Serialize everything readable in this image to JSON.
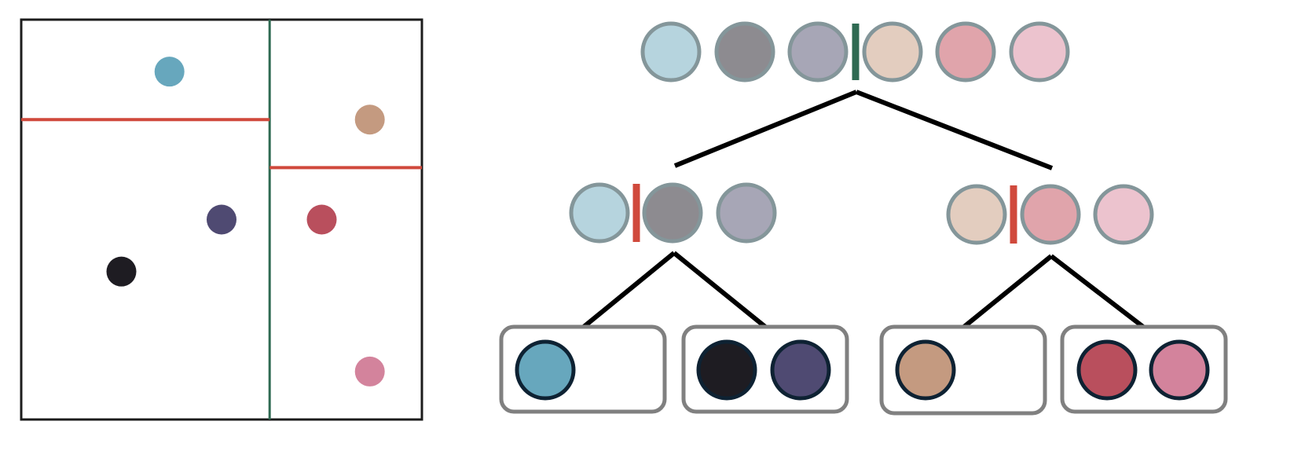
{
  "colors": {
    "background": "#ffffff",
    "frame": "#1c1c1c",
    "split_x": "#2f6a52",
    "split_y": "#d0493c",
    "edge": "#000000",
    "node_ring": "#84969a",
    "leaf_ring": "#0e2233",
    "leaf_box": "#808080"
  },
  "points": [
    {
      "id": "p1",
      "color": "#67a7bd",
      "light": "#b6d4de",
      "x": 0.37,
      "y": 0.87
    },
    {
      "id": "p2",
      "color": "#1e1c22",
      "light": "#8d8b90",
      "x": 0.25,
      "y": 0.37
    },
    {
      "id": "p3",
      "color": "#4f4a72",
      "light": "#a7a6b6",
      "x": 0.5,
      "y": 0.5
    },
    {
      "id": "p4",
      "color": "#c49a80",
      "light": "#e3cdbf",
      "x": 0.87,
      "y": 0.75
    },
    {
      "id": "p5",
      "color": "#b94f5d",
      "light": "#e0a4ab",
      "x": 0.75,
      "y": 0.5
    },
    {
      "id": "p6",
      "color": "#d3839c",
      "light": "#ecc3ce",
      "x": 0.87,
      "y": 0.12
    }
  ],
  "tree": {
    "root": {
      "items": [
        "p1",
        "p2",
        "p3",
        "p4",
        "p5",
        "p6"
      ],
      "split_after": 3,
      "split_color": "split_x"
    },
    "internal": [
      {
        "items": [
          "p1",
          "p2",
          "p3"
        ],
        "split_after": 1,
        "split_color": "split_y"
      },
      {
        "items": [
          "p4",
          "p5",
          "p6"
        ],
        "split_after": 1,
        "split_color": "split_y"
      }
    ],
    "leaves": [
      [
        "p1"
      ],
      [
        "p2",
        "p3"
      ],
      [
        "p4"
      ],
      [
        "p5",
        "p6"
      ]
    ]
  }
}
